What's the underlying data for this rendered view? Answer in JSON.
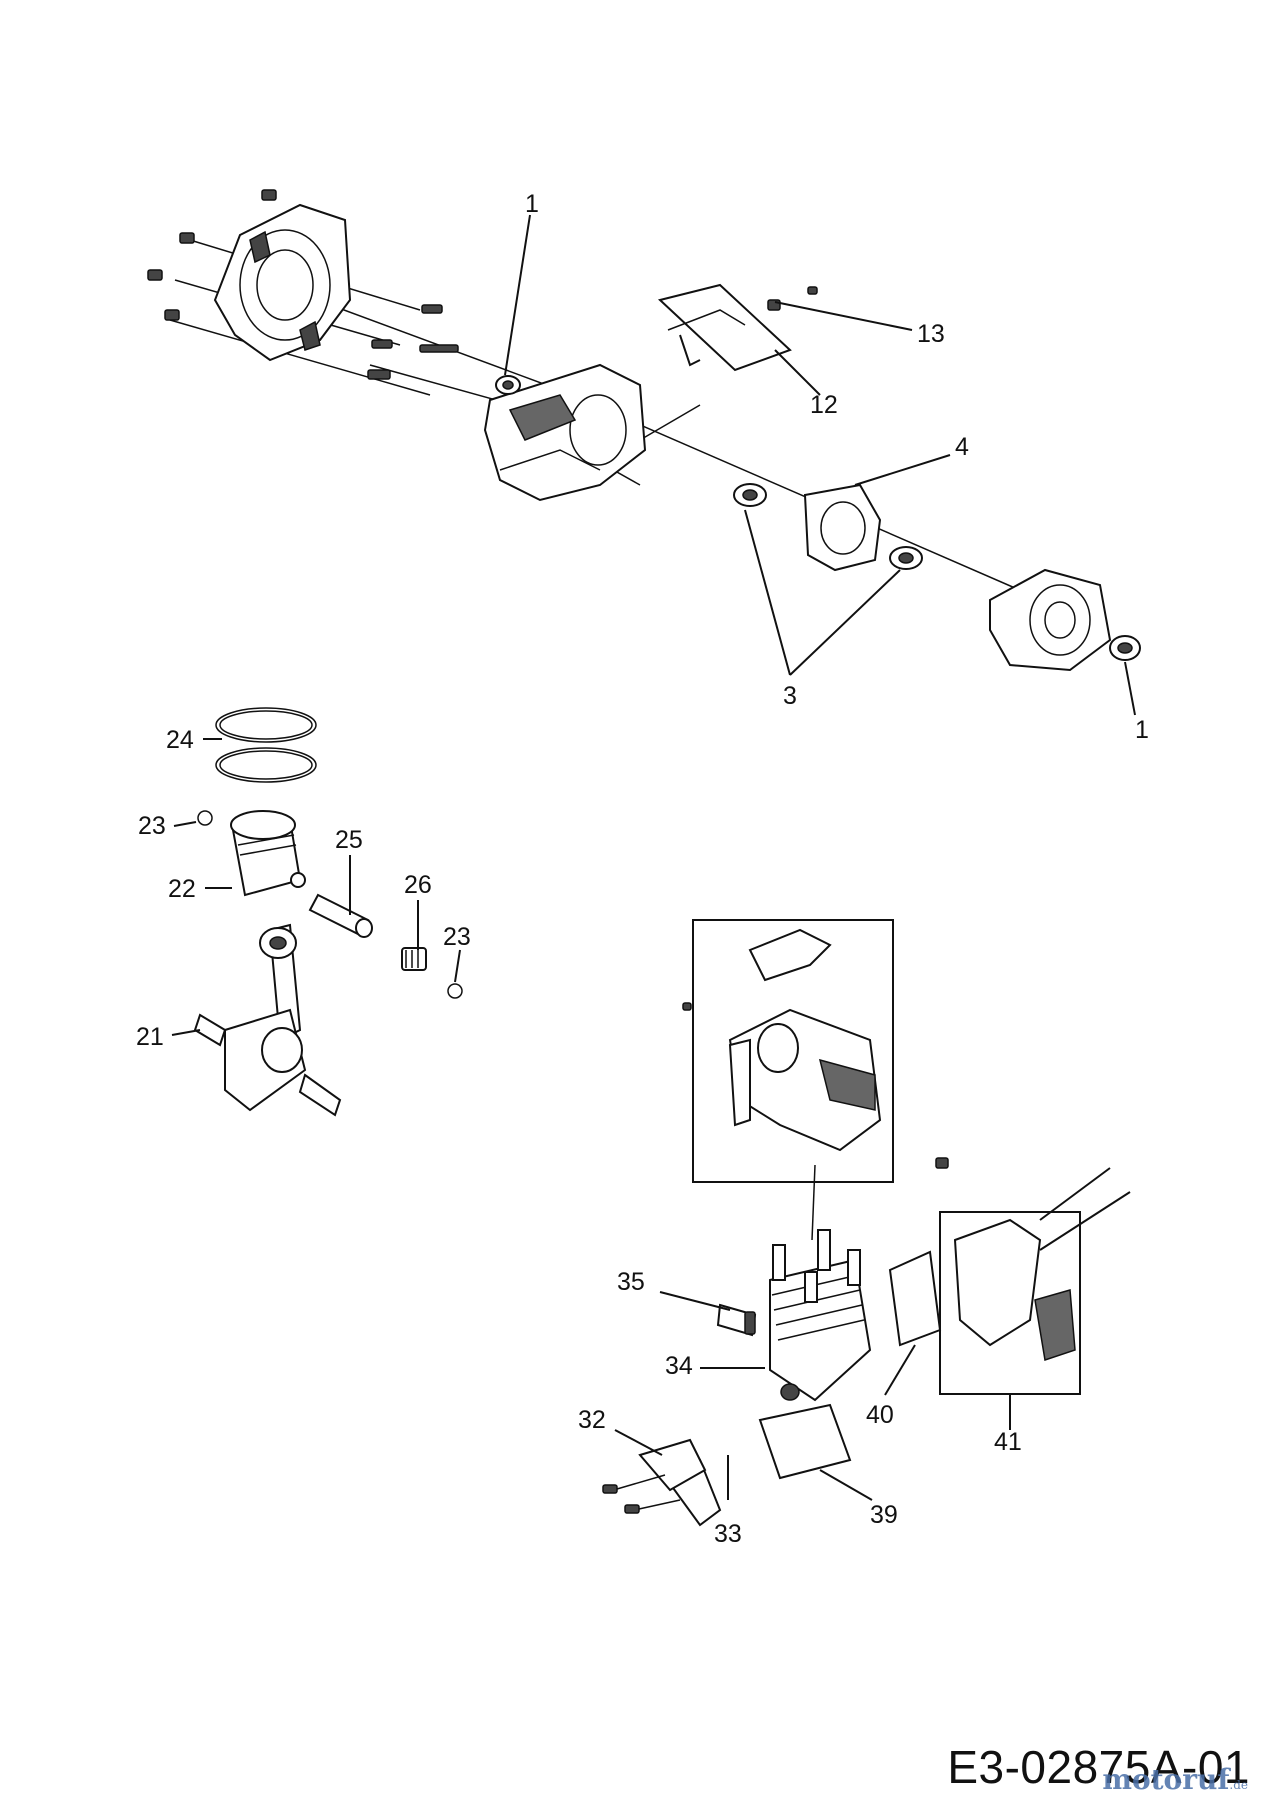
{
  "callouts": {
    "c1_top": "1",
    "c13": "13",
    "c12": "12",
    "c4": "4",
    "c3": "3",
    "c1_right": "1",
    "c24": "24",
    "c23_left": "23",
    "c25": "25",
    "c22": "22",
    "c26": "26",
    "c23_right": "23",
    "c21": "21",
    "c35": "35",
    "c34": "34",
    "c40": "40",
    "c41": "41",
    "c32": "32",
    "c33": "33",
    "c39": "39"
  },
  "diagram_code": "E3-02875A-01",
  "watermark": {
    "main": "motoruf",
    "suffix": ".de"
  }
}
